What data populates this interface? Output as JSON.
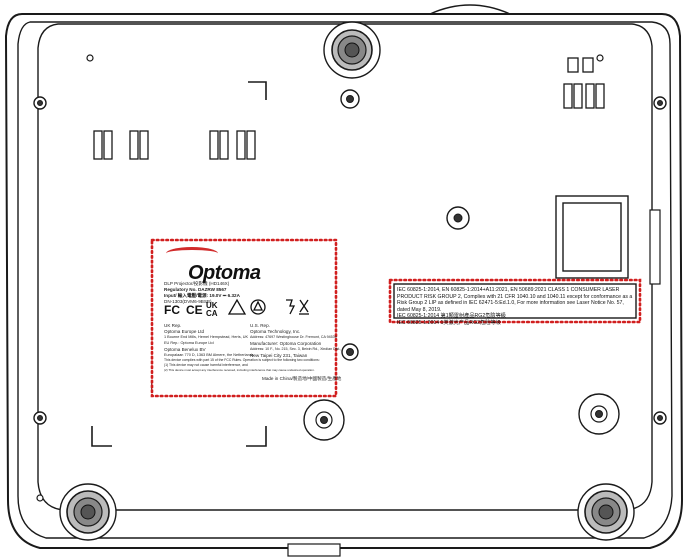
{
  "label": {
    "brand": "Optoma",
    "lines": [
      "DLP Projector/投影機 (HD146X)",
      "Regulatory No. DAZRW 8567",
      "Input/ 輸入電壓/電源: 19.0V ⎓ 6.32A",
      "DN-1303(DVM6-9BSB)"
    ],
    "certifications": [
      "FC",
      "CE",
      "UK CA"
    ],
    "left_column": [
      "UK Rep.",
      "Optoma Europe Ltd",
      "1 Bourne End Mills, Hemel Hempstead, Herts, UK",
      "EU Rep.: Optoma Europe Ltd",
      "Optoma Benelux BV",
      "Europalaan 770 D, 1363 BM Almere, the Netherlands"
    ],
    "right_column": [
      "U.S. Rep.",
      "Optoma Technology, Inc.",
      "Address: 47697 Westinghouse Dr. Fremont, CA 94539",
      "Manufacturer: Optoma Corporation",
      "Address: 10 F., No. 215, Sec. 3, Beixin Rd., Xindian Dist.,",
      "New Taipei City 231, Taiwan"
    ],
    "fcc_note": [
      "This device complies with part 15 of the FCC Rules. Operation is subject to the following two conditions:",
      "(1) This device may not cause harmful interference, and",
      "(2) This device must accept any interference received, including interference that may cause undesired operation."
    ],
    "made_in": "Made in China/製造地/中國製造/生產地"
  },
  "laser_label": {
    "line1": "IEC 60825-1:2014, EN 60825-1:2014+A11:2021, EN 50689:2021 CLASS 1 CONSUMER LASER PRODUCT RISK GROUP 2, Complies with 21 CFR 1040.10 and 1040.11 except for conformance as a Risk Group 2 LIP as defined in IEC 62471-5:Ed.1.0, For more information see Laser Notice No. 57, dated May 8, 2019.",
    "line2": "IEC 60825-1:2014 第1類雷射產品RG2危險等級",
    "line3": "IEC 60825-1:2014 1类激光产品RG2危险等级"
  },
  "colors": {
    "outline": "#1a1a1a",
    "highlight": "#d11f1f",
    "brand_swoosh": "#d12b2b"
  }
}
